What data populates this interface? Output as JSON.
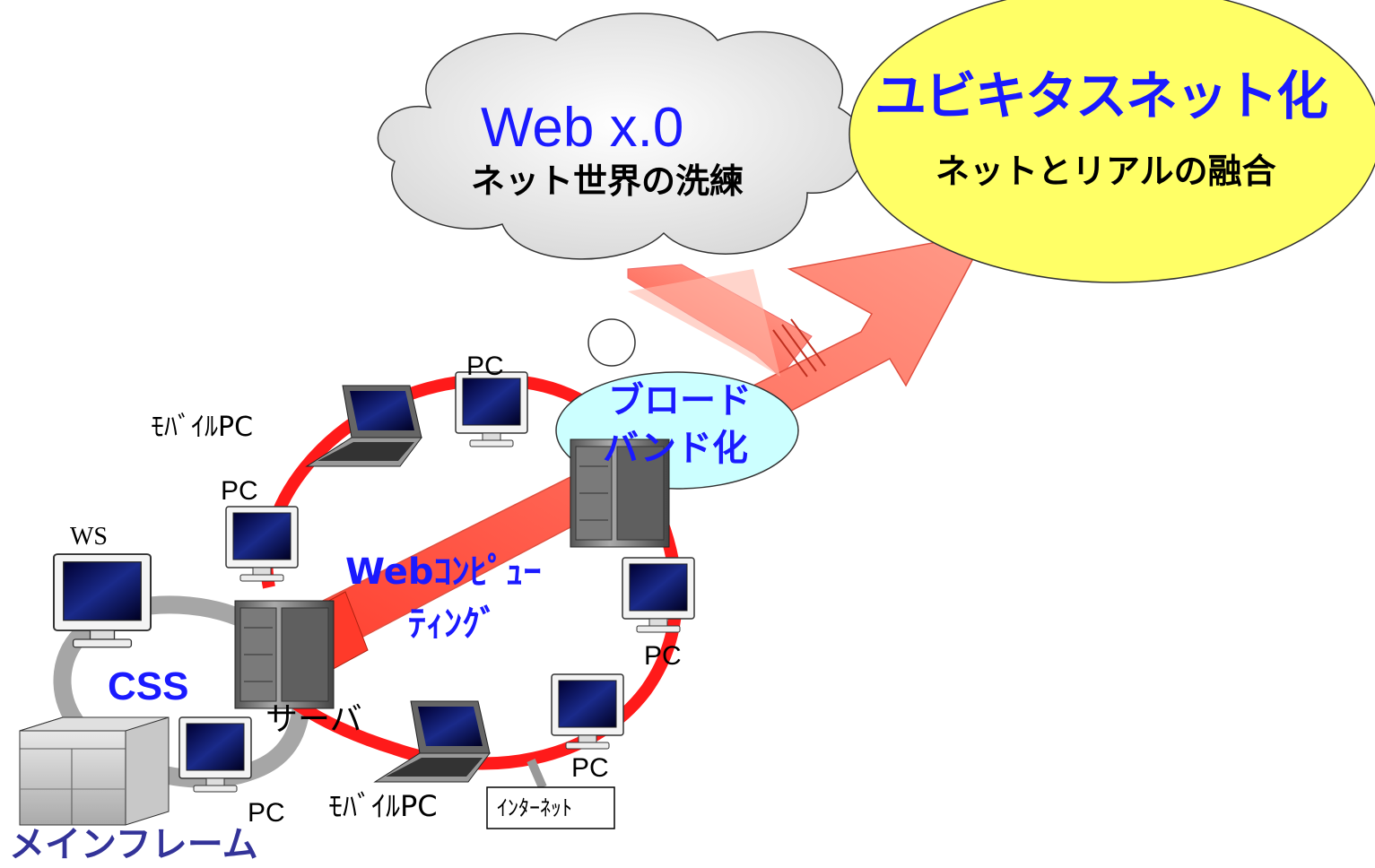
{
  "cloud": {
    "title": "Web x.0",
    "subtitle": "ネット世界の洗練"
  },
  "ellipse": {
    "title": "ユビキタスネット化",
    "subtitle": "ネットとリアルの融合"
  },
  "bubble": {
    "line1": "ブロード",
    "line2": "バンド化"
  },
  "labels": {
    "pc_top": "PC",
    "mobile_pc_top": "ﾓﾊﾞｲﾙPC",
    "pc_left": "PC",
    "ws": "WS",
    "css": "CSS",
    "web_computing_1": "Webｺﾝﾋﾟｭｰ",
    "web_computing_2": "ﾃｨﾝｸﾞ",
    "pc_right": "PC",
    "server": "サーバ",
    "pc_bottom_right": "PC",
    "mobile_pc_bottom": "ﾓﾊﾞｲﾙPC",
    "internet": "ｲﾝﾀｰﾈｯﾄ",
    "pc_bottom_left": "PC",
    "mainframe": "メインフレーム"
  },
  "colors": {
    "ring": "#ff1a1a",
    "css_ring": "#a6a6a6",
    "blue_text": "#1a1aff",
    "navy_text": "#333399",
    "ellipse_fill": "#ffff66",
    "bubble_fill": "#ccffff",
    "arrow_fill": "#ff5a4a",
    "arrow_light": "#ffa898"
  }
}
